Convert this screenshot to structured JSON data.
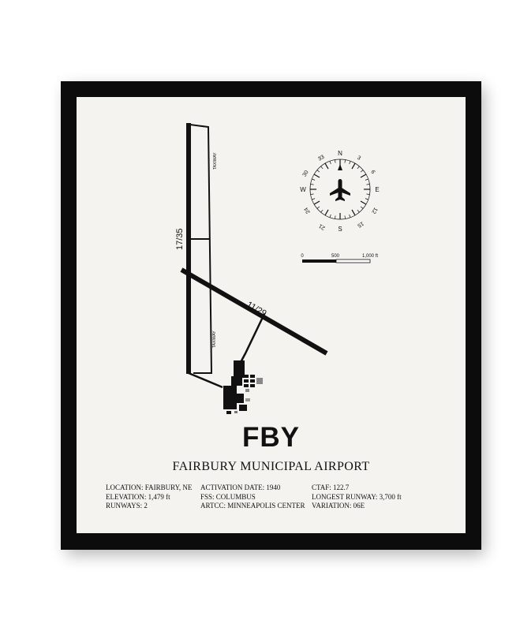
{
  "poster": {
    "airport_code": "FBY",
    "airport_name": "FAIRBURY MUNICIPAL AIRPORT",
    "runway_labels": [
      "17/35",
      "11/29"
    ],
    "taxiway_labels": [
      "TAXIWAY",
      "TAXIWAY"
    ],
    "compass": {
      "cardinals": [
        "N",
        "E",
        "S",
        "W"
      ],
      "headings": [
        "3",
        "6",
        "12",
        "15",
        "21",
        "24",
        "30",
        "33"
      ]
    },
    "scale": {
      "labels": [
        "0",
        "500",
        "1,000 ft"
      ]
    },
    "info": {
      "col1": [
        "LOCATION: FAIRBURY, NE",
        "ELEVATION: 1,479 ft",
        "RUNWAYS: 2"
      ],
      "col2": [
        "ACTIVATION DATE: 1940",
        "FSS: COLUMBUS",
        "ARTCC: MINNEAPOLIS CENTER"
      ],
      "col3": [
        "CTAF: 122.7",
        "LONGEST RUNWAY: 3,700 ft",
        "VARIATION: 06E"
      ]
    },
    "colors": {
      "frame": "#0c0c0c",
      "mat": "#f5f3ef",
      "ink": "#111111"
    }
  }
}
